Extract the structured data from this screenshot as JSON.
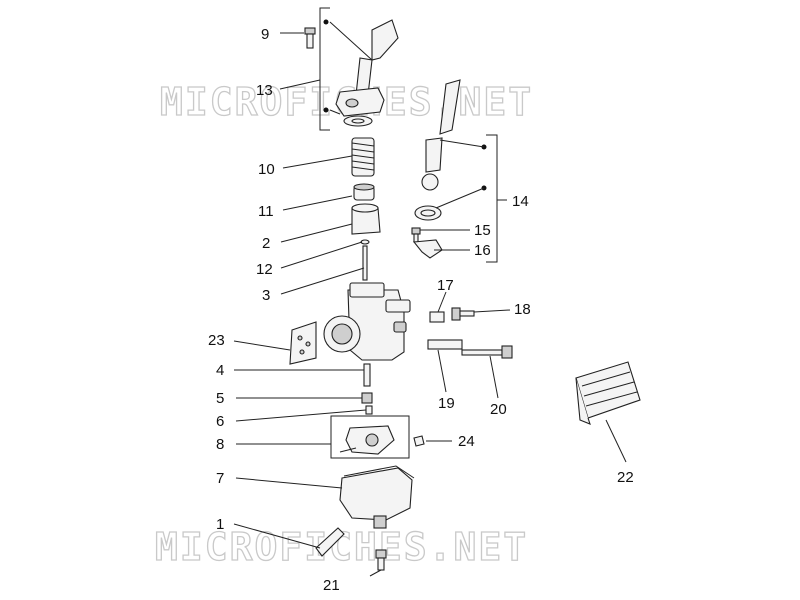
{
  "watermark": "MICROFICHES.NET",
  "labels": {
    "l1": "1",
    "l2": "2",
    "l3": "3",
    "l4": "4",
    "l5": "5",
    "l6": "6",
    "l7": "7",
    "l8": "8",
    "l9": "9",
    "l10": "10",
    "l11": "11",
    "l12": "12",
    "l13": "13",
    "l14": "14",
    "l15": "15",
    "l16": "16",
    "l17": "17",
    "l18": "18",
    "l19": "19",
    "l20": "20",
    "l21": "21",
    "l22": "22",
    "l23": "23",
    "l24": "24"
  }
}
